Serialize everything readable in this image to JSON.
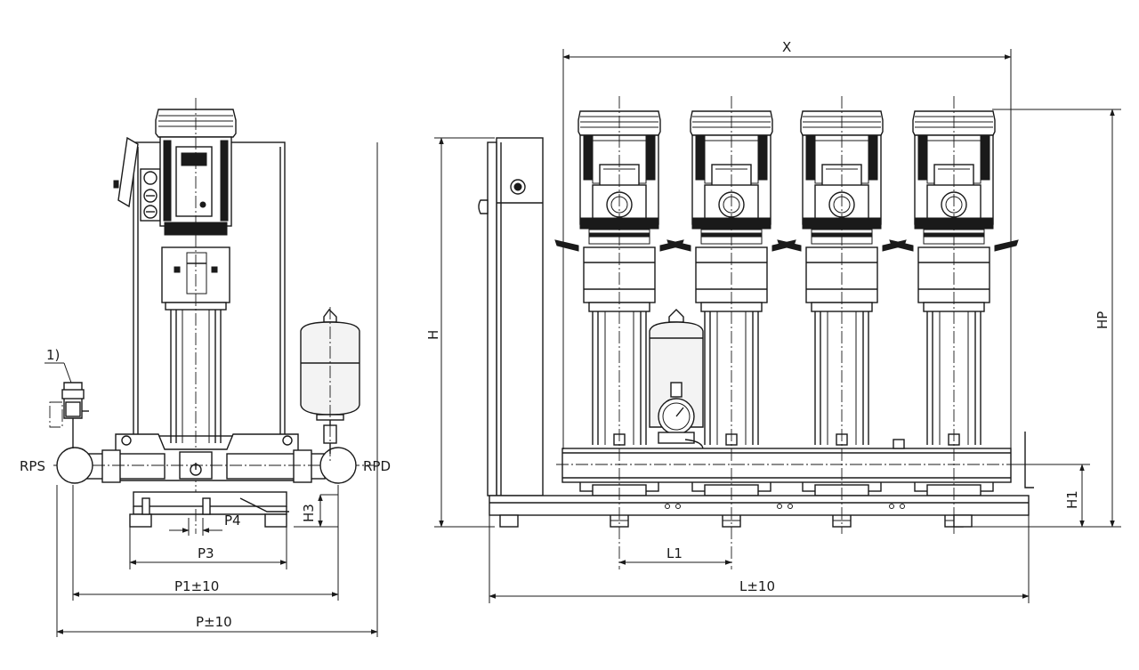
{
  "labels": {
    "note_1": "1)",
    "rps": "RPS",
    "rpd": "RPD",
    "h3": "H3",
    "p4": "P4",
    "p3": "P3",
    "p1": "P1±10",
    "p": "P±10",
    "x": "X",
    "h": "H",
    "hp": "HP",
    "h1": "H1",
    "l1": "L1",
    "l": "L±10"
  },
  "front_view": {
    "pump_count": 4
  }
}
